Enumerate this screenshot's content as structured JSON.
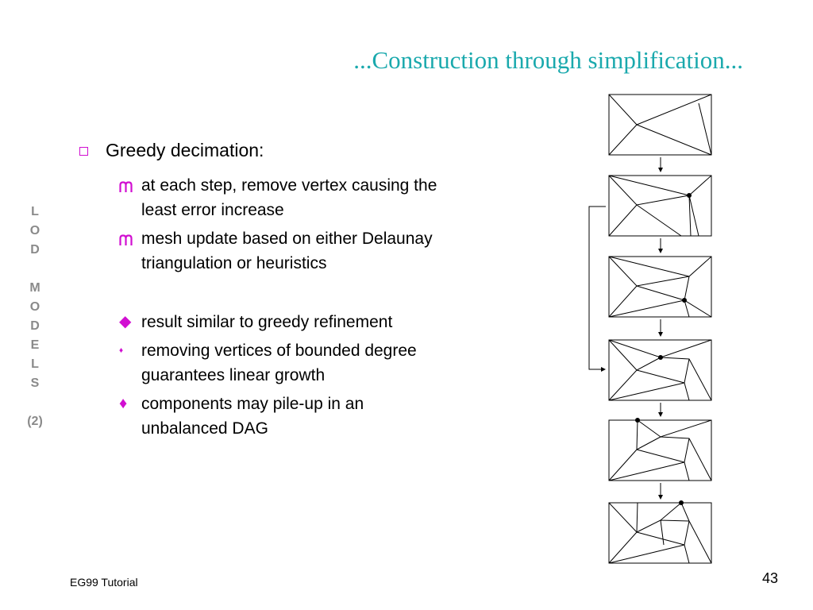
{
  "slide": {
    "title": "...Construction through simplification...",
    "side_label": [
      "L",
      "O",
      "D",
      "",
      "M",
      "O",
      "D",
      "E",
      "L",
      "S",
      "",
      "(2)"
    ],
    "heading": "Greedy decimation:",
    "bullets": [
      {
        "mark": "m",
        "lines": [
          "at each step, remove vertex causing the",
          "least error increase"
        ]
      },
      {
        "mark": "m",
        "lines": [
          "mesh update based on either Delaunay",
          "triangulation or heuristics"
        ]
      },
      {
        "mark": "◆",
        "lines": [
          "result similar to greedy refinement"
        ]
      },
      {
        "mark": "♦",
        "lines": [
          "removing vertices of bounded degree",
          "guarantees linear growth"
        ]
      },
      {
        "mark": "♦",
        "lines": [
          "components may pile-up in an",
          "unbalanced DAG"
        ]
      }
    ],
    "footer_left": "EG99 Tutorial",
    "page_number": "43",
    "accent_color": "#d10fd1",
    "title_color": "#1aa9ad"
  }
}
